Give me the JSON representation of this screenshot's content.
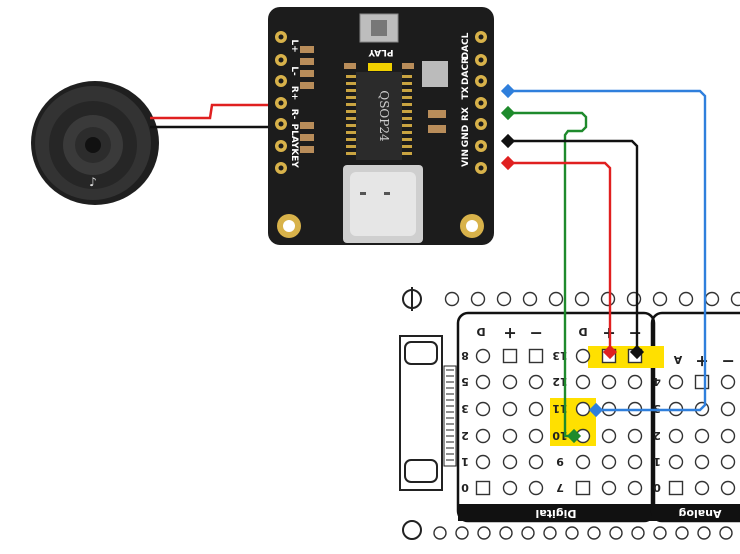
{
  "module": {
    "chip_label": "QSOP24",
    "play_button_label": "PLAY",
    "left_pins": [
      "L+",
      "L-",
      "R+",
      "R-",
      "PLAY",
      "KEY"
    ],
    "right_pins": [
      "DACL",
      "DACR",
      "TX",
      "RX",
      "GND",
      "VIN"
    ]
  },
  "expansion_board": {
    "digital_label": "Digital",
    "analog_label": "Analog",
    "digital_headers": [
      "D",
      "+",
      "−",
      "D",
      "+",
      "−"
    ],
    "analog_headers": [
      "A",
      "+",
      "−"
    ],
    "digital_left_numbers": [
      "8",
      "5",
      "3",
      "2",
      "1",
      "0"
    ],
    "digital_right_numbers": [
      "13",
      "12",
      "11",
      "10",
      "9",
      "7"
    ],
    "analog_numbers": [
      "4",
      "3",
      "2",
      "1",
      "0"
    ]
  },
  "wires": [
    {
      "name": "blue-tx-wire",
      "color": "#2f7fdc"
    },
    {
      "name": "green-rx-wire",
      "color": "#1e8a2c"
    },
    {
      "name": "black-gnd-wire",
      "color": "#111111"
    },
    {
      "name": "red-vin-wire",
      "color": "#e02020"
    }
  ],
  "colors": {
    "pcb": "#1c1c1c",
    "highlight": "#ffe000",
    "gold_pad": "#d8b24a",
    "speaker": "#2a2a2a"
  }
}
